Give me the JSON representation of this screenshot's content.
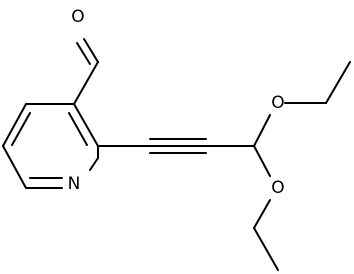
{
  "molecule": {
    "atoms": {
      "aldehyde_oxygen": "O",
      "ring_nitrogen": "N",
      "ether_oxygen_upper": "O",
      "ether_oxygen_lower": "O"
    },
    "colors": {
      "bond": "#000000",
      "label": "#000000",
      "background": "#ffffff"
    }
  }
}
